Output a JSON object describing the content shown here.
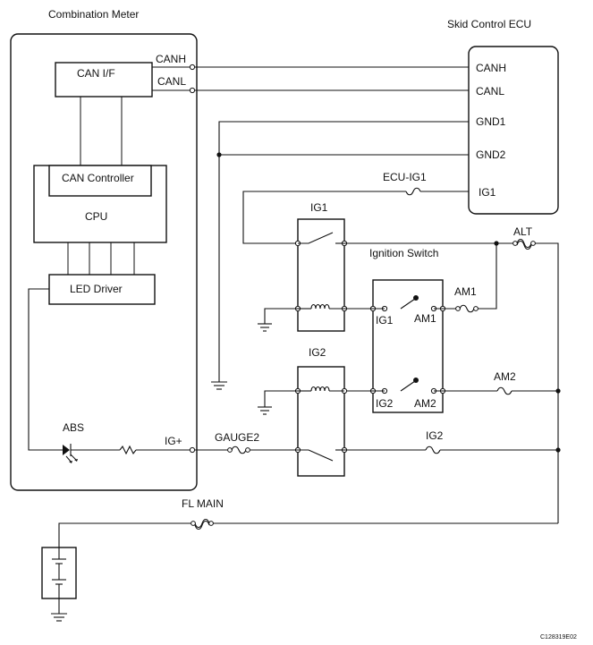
{
  "titles": {
    "combination_meter": "Combination Meter",
    "skid_control_ecu": "Skid Control ECU",
    "ignition_switch": "Ignition Switch"
  },
  "blocks": {
    "can_if": "CAN I/F",
    "can_controller": "CAN Controller",
    "cpu": "CPU",
    "led_driver": "LED Driver"
  },
  "pins": {
    "canh_left": "CANH",
    "canl_left": "CANL",
    "canh_right": "CANH",
    "canl_right": "CANL",
    "gnd1": "GND1",
    "gnd2": "GND2",
    "ig1_ecu": "IG1",
    "ig_plus": "IG+"
  },
  "labels": {
    "abs": "ABS",
    "ecu_ig1": "ECU-IG1",
    "alt": "ALT",
    "am1_fuse": "AM1",
    "am2_fuse": "AM2",
    "ig2_fuse": "IG2",
    "gauge2": "GAUGE2",
    "fl_main": "FL MAIN",
    "ig1_relay": "IG1",
    "ig2_relay": "IG2",
    "sw_ig1": "IG1",
    "sw_am1": "AM1",
    "sw_ig2": "IG2",
    "sw_am2": "AM2",
    "code": "C128319E02"
  }
}
